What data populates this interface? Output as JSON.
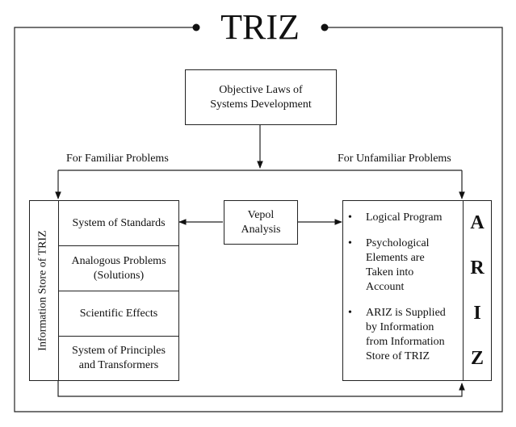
{
  "title": "TRIZ",
  "objective_laws": "Objective Laws of\nSystems Development",
  "labels": {
    "familiar": "For Familiar Problems",
    "unfamiliar": "For Unfamiliar Problems"
  },
  "vepol": "Vepol\nAnalysis",
  "info_store_label": "Information Store of TRIZ",
  "info_store_items": [
    "System of Standards",
    "Analogous Problems\n(Solutions)",
    "Scientific Effects",
    "System of Principles\nand Transformers"
  ],
  "ariz_items": [
    "Logical Program",
    "Psychological\nElements are\nTaken into\nAccount",
    "ARIZ is Supplied\nby Information\nfrom Information\nStore of TRIZ"
  ],
  "ariz_letters": [
    "A",
    "R",
    "I",
    "Z"
  ]
}
